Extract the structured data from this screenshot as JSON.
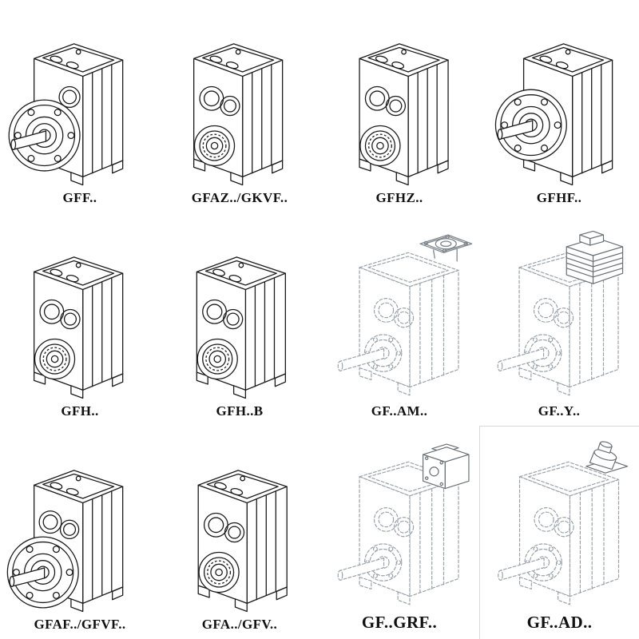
{
  "page": {
    "background": "#ffffff"
  },
  "colors": {
    "line": "#1b1b1b",
    "light_line": "#9aa3ab"
  },
  "cells": [
    {
      "label": "GFF..",
      "drawing": "gearbox-flange-output-drawing"
    },
    {
      "label": "GFAZ../GKVF..",
      "drawing": "gearbox-hollow-shaft-drawing"
    },
    {
      "label": "GFHZ..",
      "drawing": "gearbox-hollow-shaft-drawing"
    },
    {
      "label": "GFHF..",
      "drawing": "gearbox-flange-front-drawing"
    },
    {
      "label": "GFH..",
      "drawing": "gearbox-hollow-shaft-drawing"
    },
    {
      "label": "GFH..B",
      "drawing": "gearbox-hollow-shaft-drawing"
    },
    {
      "label": "GF..AM..",
      "drawing": "gearbox-input-flange-adapter-drawing"
    },
    {
      "label": "GF..Y..",
      "drawing": "gearbox-with-motor-drawing"
    },
    {
      "label": "GFAF../GFVF..",
      "drawing": "gearbox-flange-low-drawing"
    },
    {
      "label": "GFA../GFV..",
      "drawing": "gearbox-hollow-shaft-drawing"
    },
    {
      "label": "GF..GRF..",
      "drawing": "gearbox-coupling-adapter-drawing"
    },
    {
      "label": "GF..AD..",
      "drawing": "gearbox-input-shaft-adapter-drawing"
    }
  ]
}
